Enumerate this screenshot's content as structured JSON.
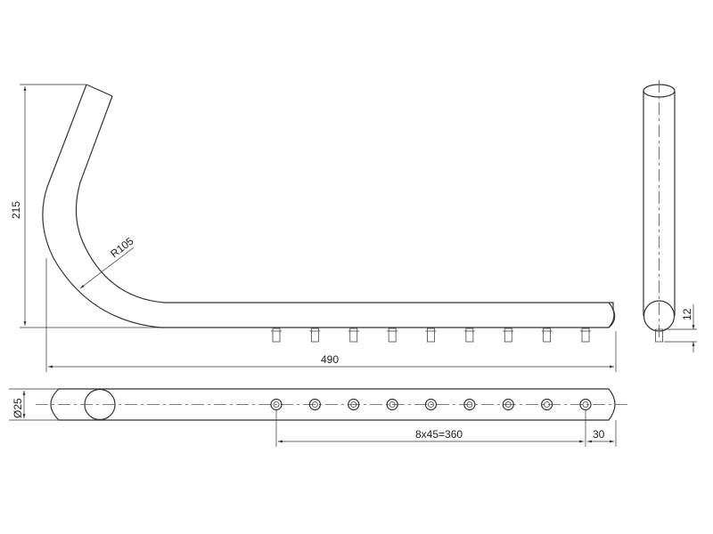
{
  "dimensions": {
    "height": "215",
    "bend_radius": "R105",
    "length": "490",
    "nozzle_height": "12",
    "diameter": "Ø25",
    "spacing": "8x45=360",
    "end_offset": "30"
  },
  "nozzles": {
    "count": 9
  },
  "colors": {
    "line": "#333333",
    "background": "#ffffff"
  }
}
